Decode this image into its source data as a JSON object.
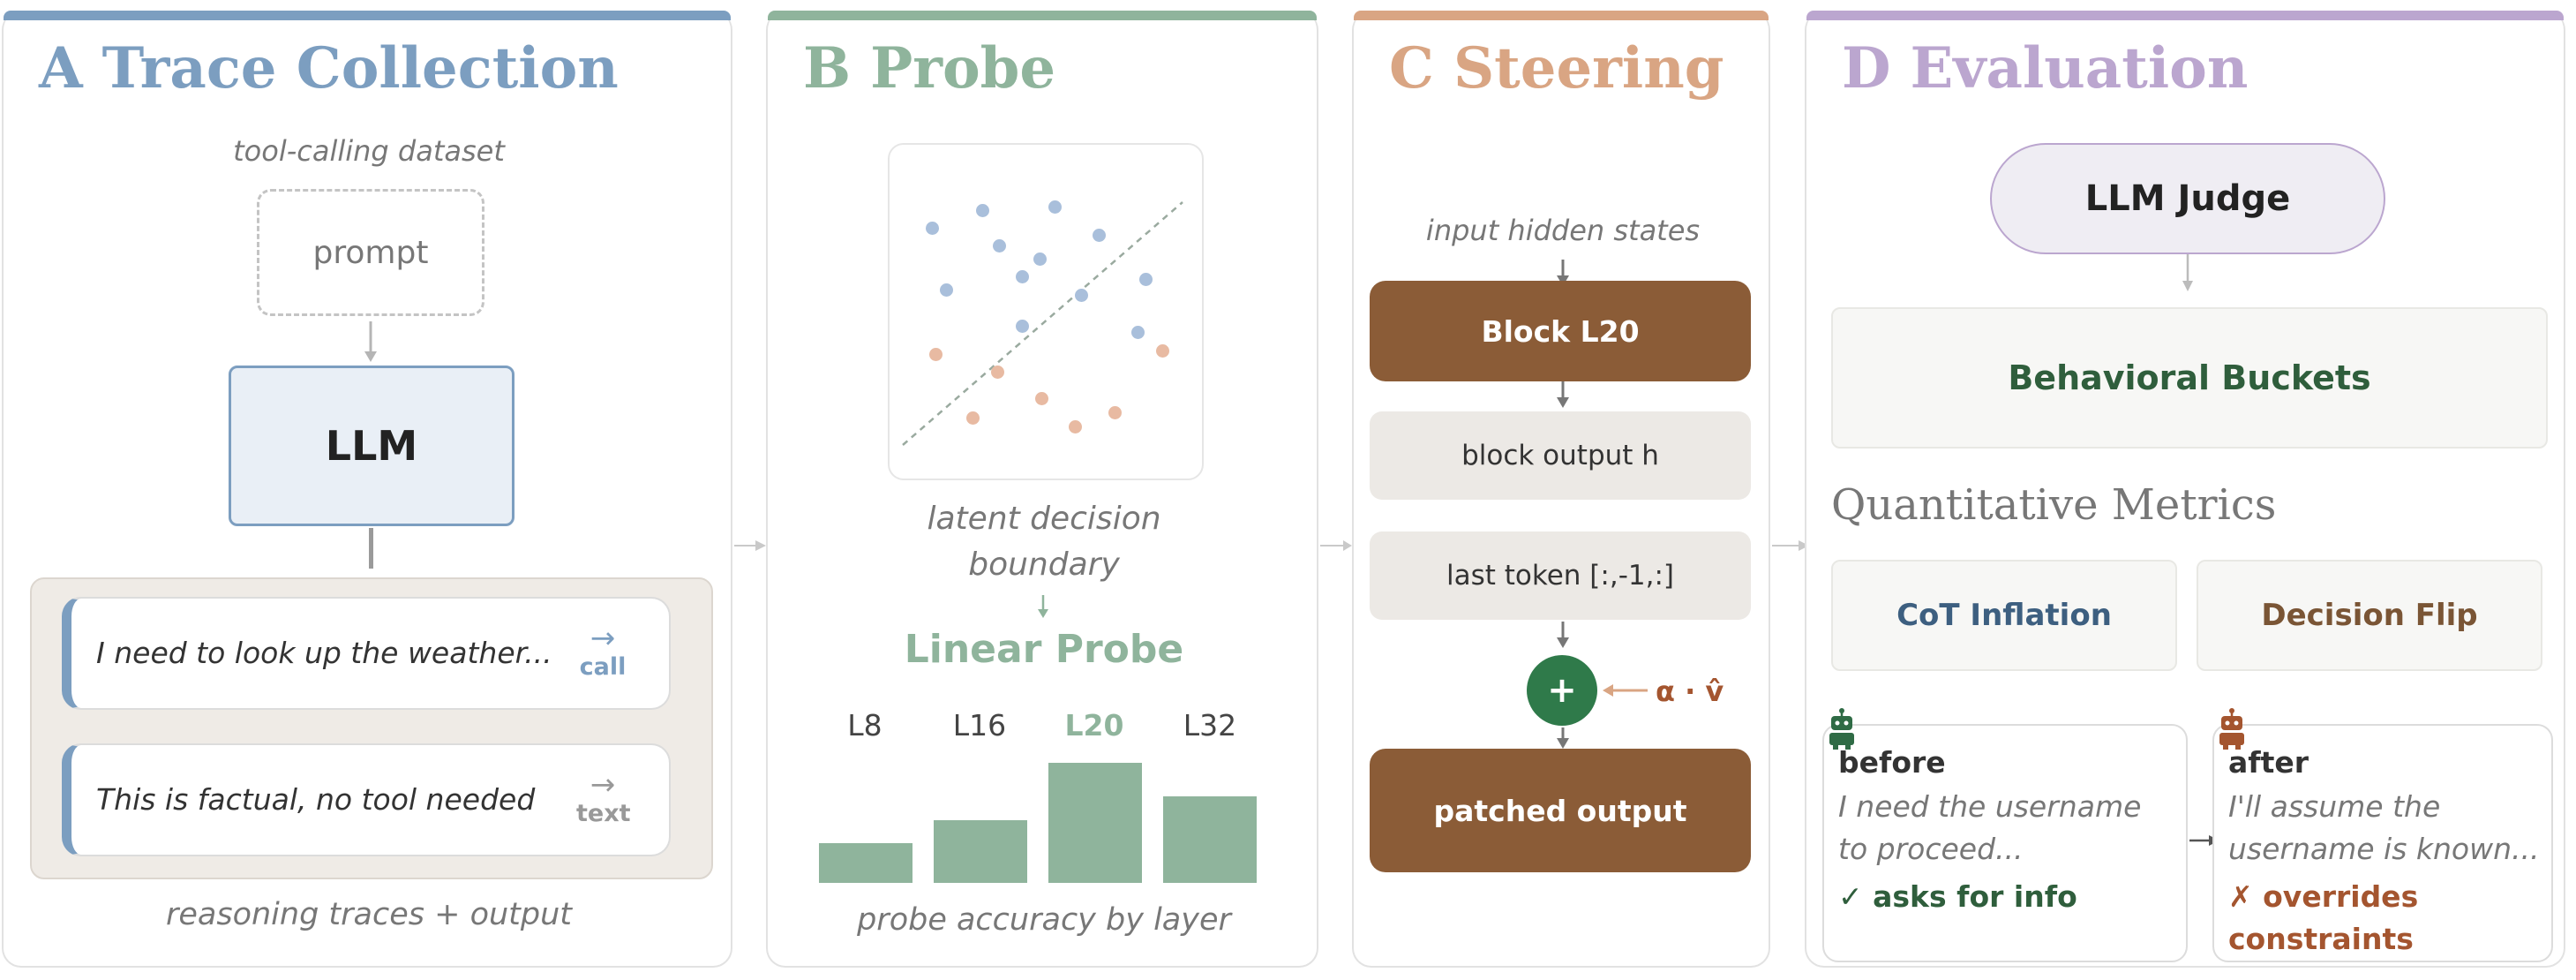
{
  "colors": {
    "panel_a": "#7c9ec0",
    "panel_b": "#8fb49c",
    "panel_c": "#d9a583",
    "panel_d": "#bba6cf",
    "block_brown": "#8b5c37",
    "plus_green": "#2f7a4a",
    "dark_green": "#2f5e3c",
    "orange_brown": "#a4552f",
    "metric_blue": "#3d5f80",
    "metric_brown": "#7a5535",
    "point_blue": "#a9bfdb",
    "point_peach": "#e8baa2"
  },
  "panel_a": {
    "letter": "A",
    "title": "Trace Collection",
    "dataset_label": "tool-calling dataset",
    "prompt_label": "prompt",
    "llm_label": "LLM",
    "traces": [
      {
        "text": "I need to look up the weather...",
        "arrow": "→",
        "tag": "call"
      },
      {
        "text": "This is factual, no tool needed",
        "arrow": "→",
        "tag": "text"
      }
    ],
    "caption": "reasoning traces + output"
  },
  "panel_b": {
    "letter": "B",
    "title": "Probe",
    "boundary_label": "latent decision\nboundary",
    "probe_label": "Linear Probe",
    "layers": [
      "L8",
      "L16",
      "L20",
      "L32"
    ],
    "highlight_layer": "L20",
    "bar_heights_relative": [
      0.33,
      0.52,
      1.0,
      0.72
    ],
    "caption": "probe accuracy by layer"
  },
  "panel_c": {
    "letter": "C",
    "title": "Steering",
    "input_label": "input hidden states",
    "block_label": "Block L20",
    "block_output_label": "block output h",
    "last_token_label": "last token [:,-1,:]",
    "plus_symbol": "+",
    "steer_label": "α · v̂",
    "patched_label": "patched output"
  },
  "panel_d": {
    "letter": "D",
    "title": "Evaluation",
    "judge_label": "LLM Judge",
    "buckets_label": "Behavioral Buckets",
    "metrics_heading": "Quantitative Metrics",
    "metrics": [
      "CoT Inflation",
      "Decision Flip"
    ],
    "before": {
      "head": "before",
      "body": "I need the username\nto proceed...",
      "result": "✓ asks for info"
    },
    "after": {
      "head": "after",
      "body": "I'll assume the\nusername is known...",
      "result": "✗ overrides\nconstraints"
    }
  }
}
